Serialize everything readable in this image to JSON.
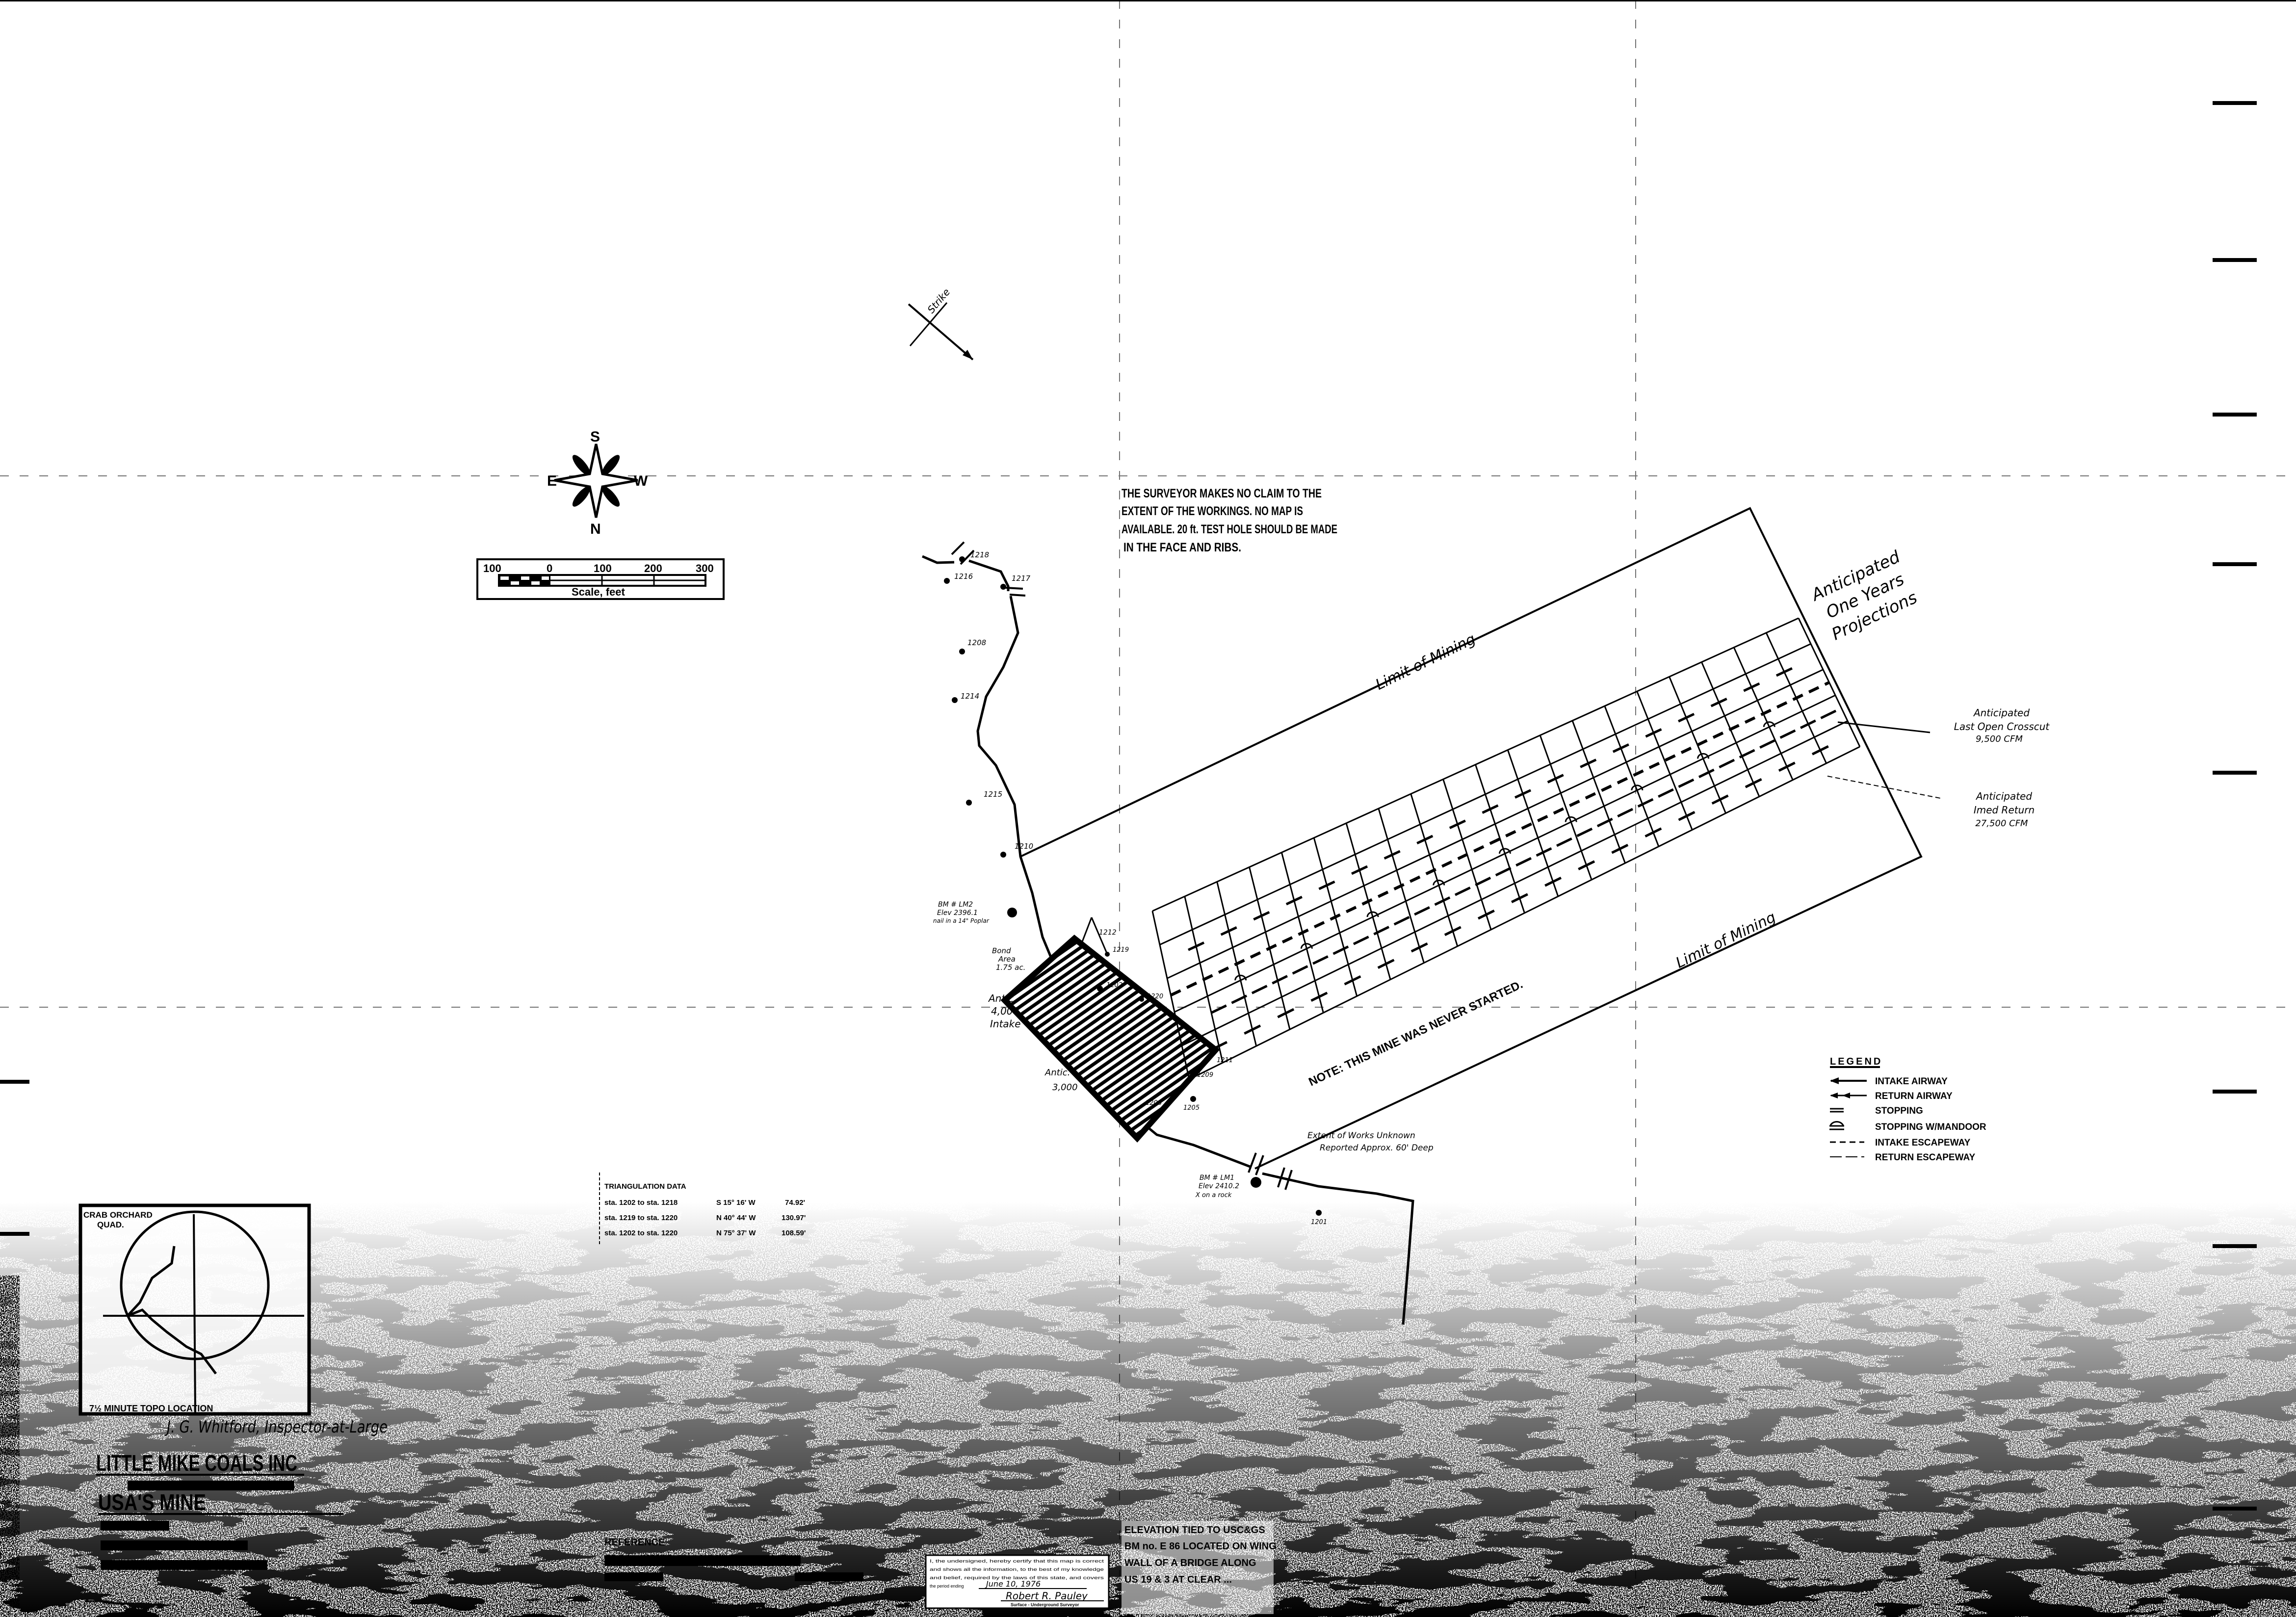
{
  "surveyor_note": [
    "THE SURVEYOR MAKES NO CLAIM TO THE",
    "EXTENT OF THE WORKINGS. NO MAP IS",
    "AVAILABLE. 20 ft. TEST HOLE SHOULD BE MADE",
    "IN THE FACE AND RIBS."
  ],
  "compass": {
    "top": "S",
    "bottom": "N",
    "left": "E",
    "right": "W"
  },
  "scale_bar": {
    "ticks": [
      "100",
      "0",
      "100",
      "200",
      "300"
    ],
    "caption": "Scale, feet"
  },
  "strike_label": "Strike",
  "legend": {
    "title": "LEGEND",
    "items": [
      "INTAKE AIRWAY",
      "RETURN AIRWAY",
      "STOPPING",
      "STOPPING W/MANDOOR",
      "INTAKE ESCAPEWAY",
      "RETURN ESCAPEWAY"
    ]
  },
  "triangulation": {
    "title": "TRIANGULATION DATA",
    "rows": [
      {
        "from_to": "sta. 1202 to sta. 1218",
        "bearing": "S 15° 16' W",
        "distance": "74.92'"
      },
      {
        "from_to": "sta. 1219 to sta. 1220",
        "bearing": "N 40° 44' W",
        "distance": "130.97'"
      },
      {
        "from_to": "sta. 1202 to sta. 1220",
        "bearing": "N 75° 37' W",
        "distance": "108.59'"
      }
    ]
  },
  "annotations": {
    "limit_of_mining_upper": "Limit of Mining",
    "limit_of_mining_lower": "Limit of Mining",
    "projections": [
      "Anticipated",
      "One Years",
      "Projections"
    ],
    "last_crosscut": [
      "Anticipated",
      "Last Open Crosscut",
      "9,500 CFM"
    ],
    "imed_return": [
      "Anticipated",
      "Imed Return",
      "27,500 CFM"
    ],
    "never_started": "NOTE: THIS MINE WAS NEVER STARTED.",
    "bond_area": [
      "Bond",
      "Area",
      "1.75 ac."
    ],
    "intake": [
      "Antic.",
      "4,000",
      "Intake"
    ],
    "return": [
      "Antic.",
      "3,000"
    ],
    "extent": [
      "Extent of Works Unknown",
      "Reported Approx. 60' Deep"
    ],
    "bm_lm2": [
      "BM # LM2",
      "Elev 2396.1",
      "nail in a 14\" Poplar"
    ],
    "bm_lm1": [
      "BM # LM1",
      "Elev 2410.2",
      "X on a rock"
    ]
  },
  "stations": [
    "1218",
    "1216",
    "1217",
    "1208",
    "1214",
    "1215",
    "1210",
    "1212",
    "1219",
    "1202",
    "1220",
    "1211",
    "1209",
    "1208",
    "1205",
    "1201"
  ],
  "location_map": {
    "title": [
      "CRAB ORCHARD",
      "QUAD."
    ],
    "caption": "7½ MINUTE TOPO LOCATION"
  },
  "title_block": {
    "company": "LITTLE MIKE COALS INC",
    "mine": "USA'S MINE",
    "signature": "J. G. Whitford, Inspector-at-Large",
    "reference": "REFERENCE"
  },
  "elevation_note": [
    "ELEVATION TIED TO USC&GS",
    "BM no. E 86 LOCATED ON WING",
    "WALL OF A BRIDGE ALONG",
    "US 19 & 3 AT CLEAR ..."
  ],
  "certification": {
    "lines": [
      "I, the undersigned, hereby certify that this map is correct",
      "and shows all the information, to the best of my knowledge",
      "and belief, required by the laws of this state, and covers",
      "the period ending"
    ],
    "date": "June 10, 1976",
    "signature": "Robert R. Pauley",
    "role": "Surface - Underground Surveyor"
  },
  "colors": {
    "ink": "#000000",
    "paper": "#ffffff"
  }
}
